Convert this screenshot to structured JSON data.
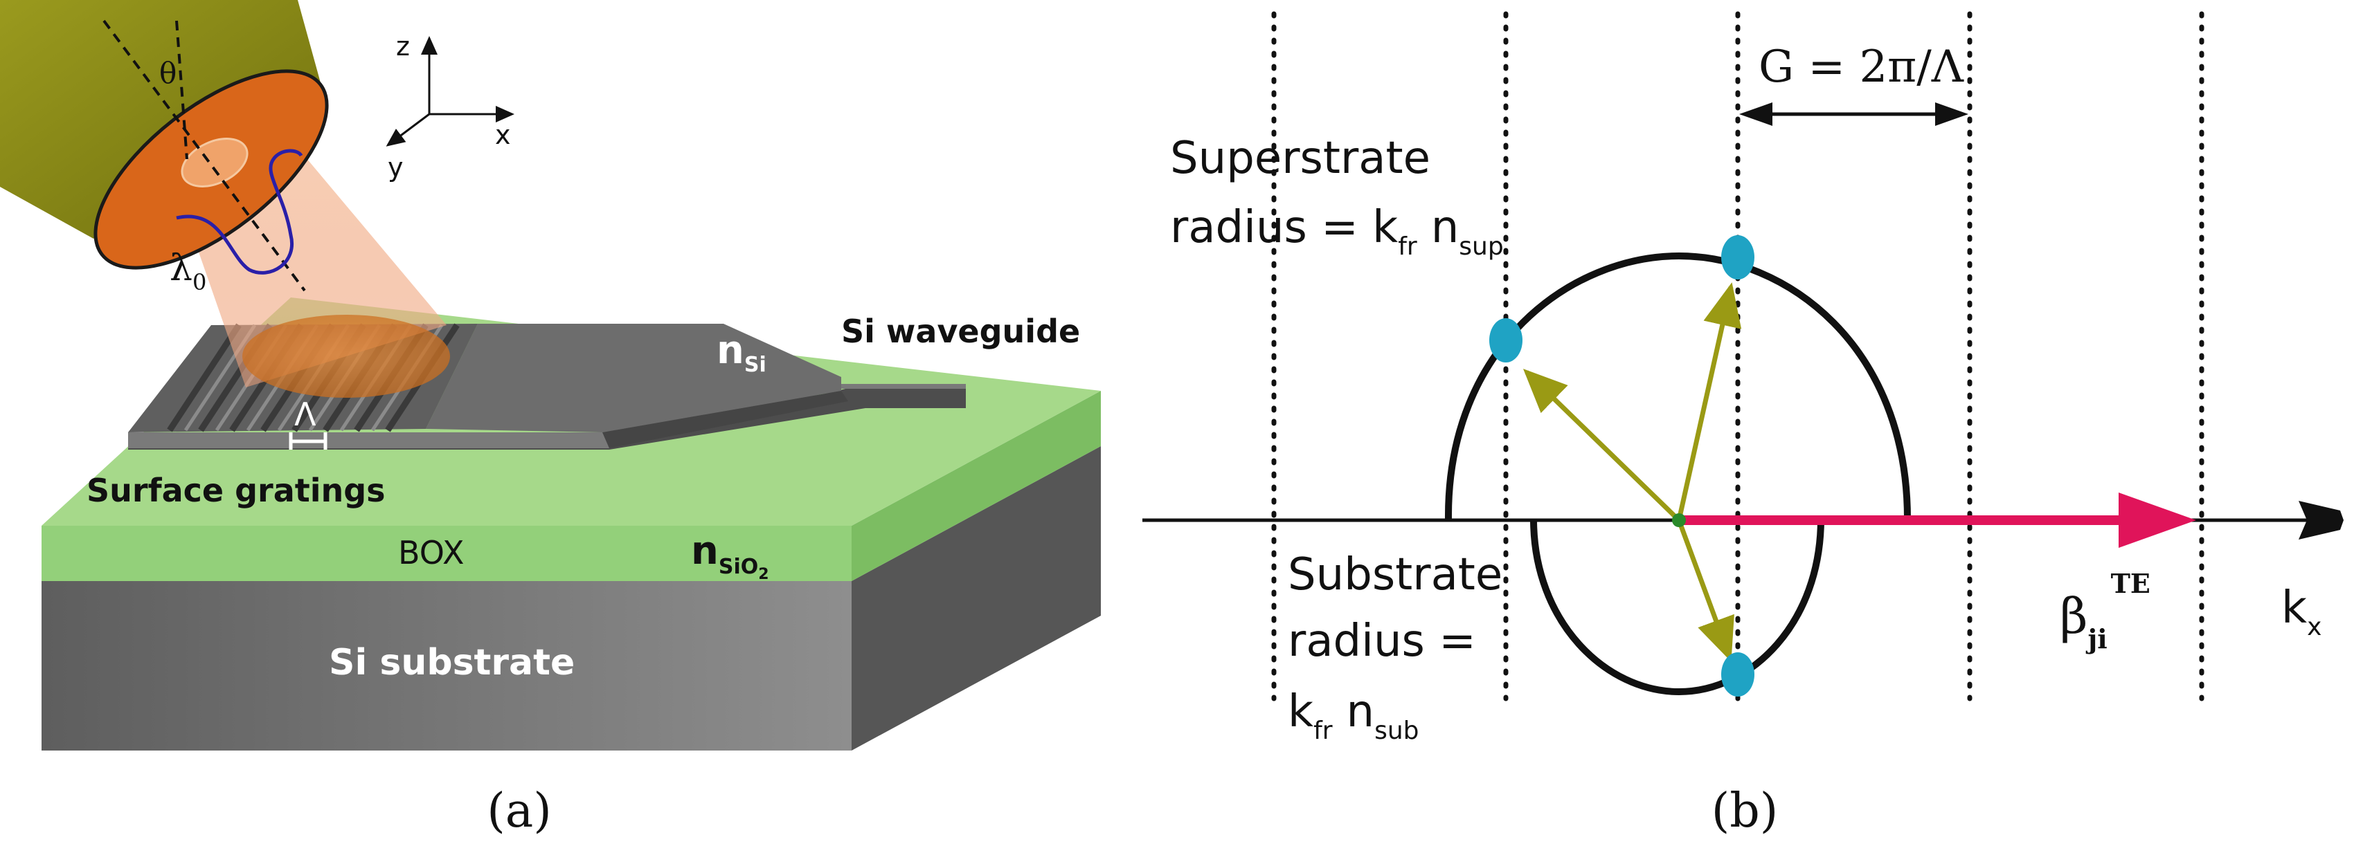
{
  "panel_a": {
    "caption": "(a)",
    "axes": {
      "z": "z",
      "x": "x",
      "y": "y"
    },
    "angle": "θ",
    "wavelength": {
      "base": "λ",
      "sub": "0"
    },
    "period": "Λ",
    "n_si": {
      "base": "n",
      "sub": "Si"
    },
    "n_sio2": {
      "base": "n",
      "sub": "SiO",
      "sub2": "2"
    },
    "labels": {
      "si_waveguide": "Si waveguide",
      "surface_gratings": "Surface gratings",
      "box": "BOX",
      "si_substrate": "Si substrate"
    },
    "colors": {
      "fiber_body": "#8a8a16",
      "fiber_face": "#d9661a",
      "beam": "#f2b38d",
      "cladding_green": "#a6d98a",
      "silicon_gray": "#6b6b6b",
      "wavelength_curve": "#2a1fa8"
    }
  },
  "panel_b": {
    "caption": "(b)",
    "g_label": "G = 2π/Λ",
    "superstrate_line1": "Superstrate",
    "superstrate_line2": "radius = k",
    "superstrate_k_sub": "fr",
    "superstrate_n": "n",
    "superstrate_n_sub": "sup",
    "substrate_line1": "Substrate",
    "substrate_line2": "radius =",
    "substrate_k": "k",
    "substrate_k_sub": "fr",
    "substrate_n": "n",
    "substrate_n_sub": "sub",
    "beta": {
      "base": "β",
      "sub": "ji",
      "sup": "TE"
    },
    "axis_label": {
      "base": "k",
      "sub": "x"
    },
    "colors": {
      "beta_arrow": "#e0145a",
      "k_vectors": "#9a9a14",
      "intersection_points": "#1fa3c4",
      "circles": "#111111"
    }
  }
}
